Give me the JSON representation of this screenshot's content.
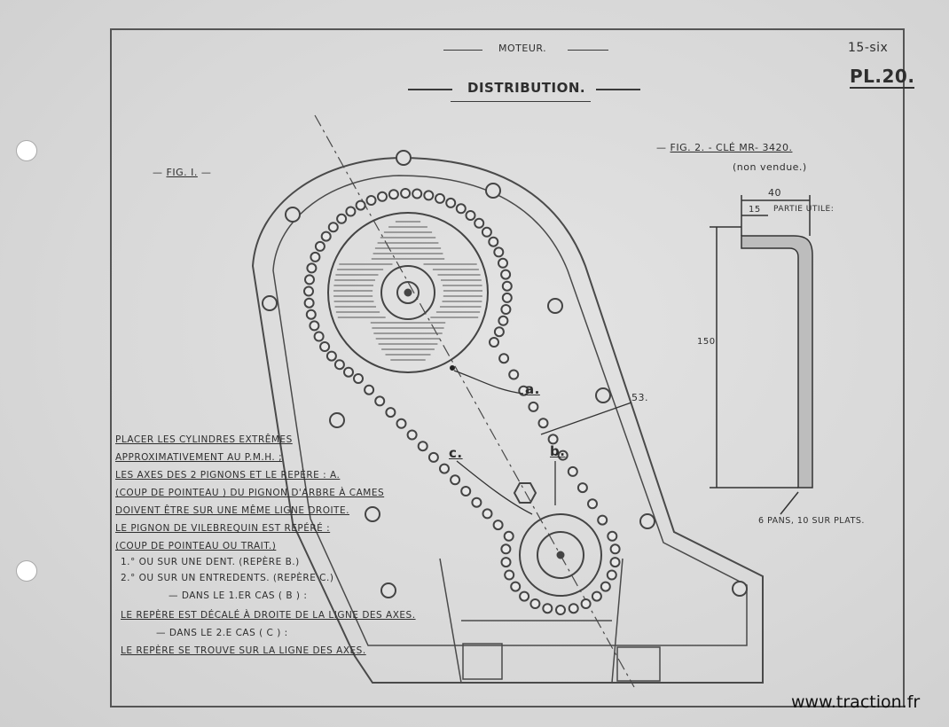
{
  "header": {
    "section": "MOTEUR.",
    "title": "DISTRIBUTION.",
    "page_code": "15-six",
    "plate": "PL.20."
  },
  "fig1": {
    "label": "FIG. I.",
    "marker_a": "a.",
    "marker_b": "b.",
    "marker_c": "c.",
    "part_number": "53."
  },
  "fig2": {
    "label": "FIG. 2. - CLÉ  MR- 3420.",
    "sublabel": "(non vendue.)",
    "dim_total": "40",
    "dim_useful": "15",
    "useful_label": "PARTIE UTILE:",
    "dim_height": "150",
    "spec": "6 PANS, 10 SUR PLATS."
  },
  "instructions": [
    "PLACER LES CYLINDRES EXTRÊMES",
    "APPROXIMATIVEMENT AU P.M.H. ;",
    "LES AXES DES 2 PIGNONS ET LE REPÈRE : a.",
    "(COUP DE POINTEAU ) DU PIGNON D'ARBRE À CAMES",
    "DOIVENT ÊTRE SUR UNE MÊME LIGNE DROITE.",
    "LE PIGNON DE VILEBREQUIN EST REPÉRÉ :",
    "(COUP DE POINTEAU  OU TRAIT.)",
    "1.°   OU SUR UNE DENT. (REPÈRE b.)",
    "2.°   OU SUR UN ENTREDENTS. (REPÈRE c.)",
    "DANS LE 1.er CAS ( b ) :",
    "LE REPÈRE EST DÉCALÉ À DROITE DE LA LIGNE DES AXES.",
    "DANS LE 2.e CAS ( c ) :",
    "LE REPÈRE SE TROUVE SUR LA LIGNE DES AXES."
  ],
  "watermark": "www.traction.fr"
}
